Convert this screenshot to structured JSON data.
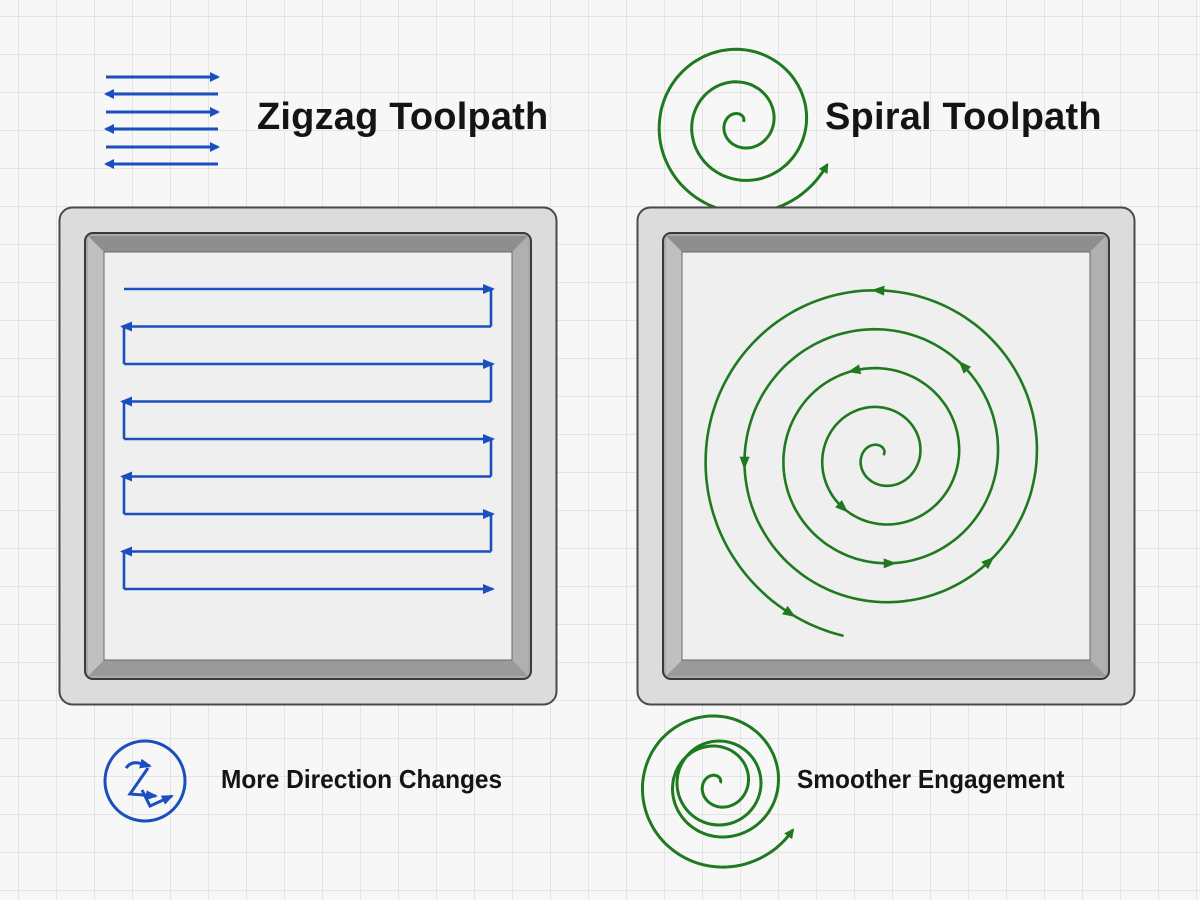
{
  "zigzag": {
    "title": "Zigzag Toolpath",
    "caption": "More Direction Changes",
    "color": "#1a4fbf",
    "header_icon": "zigzag-arrows-icon",
    "caption_icon": "z-path-circle-icon",
    "passes": 9
  },
  "spiral": {
    "title": "Spiral Toolpath",
    "caption": "Smoother Engagement",
    "color": "#1f7a1f",
    "header_icon": "spiral-arrow-icon",
    "caption_icon": "spiral-circle-icon"
  },
  "pocket": {
    "frame_color": "#d9d9d9",
    "wall_color": "#9e9e9e",
    "floor_color": "#efefef"
  }
}
